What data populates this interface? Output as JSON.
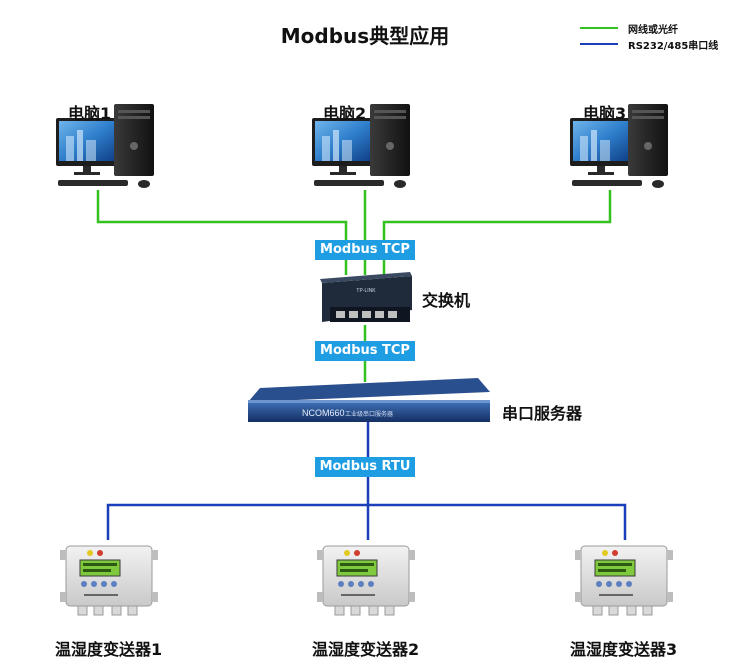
{
  "title": "Modbus典型应用",
  "legend": [
    {
      "label": "网线或光纤",
      "color": "#33c11f"
    },
    {
      "label": "RS232/485串口线",
      "color": "#1b3fb8"
    }
  ],
  "computers": [
    {
      "label": "电脑1"
    },
    {
      "label": "电脑2"
    },
    {
      "label": "电脑3"
    }
  ],
  "protocols": {
    "tcp_top": "Modbus TCP",
    "tcp_mid": "Modbus TCP",
    "rtu": "Modbus RTU"
  },
  "switch": {
    "label": "交换机",
    "brand": "TP-LINK"
  },
  "server": {
    "label": "串口服务器",
    "model": "NCOM660",
    "subtitle": "工业级串口服务器"
  },
  "sensors": [
    {
      "label": "温湿度变送器1"
    },
    {
      "label": "温湿度变送器2"
    },
    {
      "label": "温湿度变送器3"
    }
  ],
  "colors": {
    "ethernet": "#33c11f",
    "serial": "#1b3fb8",
    "badge": "#1e9de3"
  }
}
